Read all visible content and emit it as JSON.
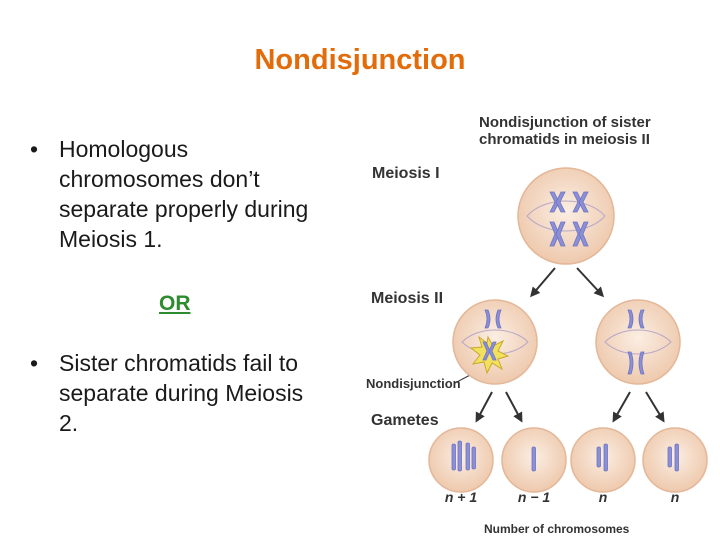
{
  "title": "Nondisjunction",
  "bullets": [
    {
      "text": "Homologous chromosomes don’t separate properly during Meiosis 1."
    },
    {
      "text": "Sister chromatids fail to separate during Meiosis 2."
    }
  ],
  "separator": "OR",
  "figure": {
    "heading_line1": "Nondisjunction of sister",
    "heading_line2": "chromatids in meiosis II",
    "meiosis1_label": "Meiosis I",
    "meiosis2_label": "Meiosis II",
    "nondisjunction_label": "Nondisjunction",
    "gametes_label": "Gametes",
    "gamete_counts": [
      "n + 1",
      "n − 1",
      "n",
      "n"
    ],
    "axis_label": "Number of chromosomes",
    "colors": {
      "cell_fill": "#f3d9c4",
      "chromosome": "#8a8fd6",
      "arrow": "#333333",
      "burst": "#f2e15c"
    }
  }
}
